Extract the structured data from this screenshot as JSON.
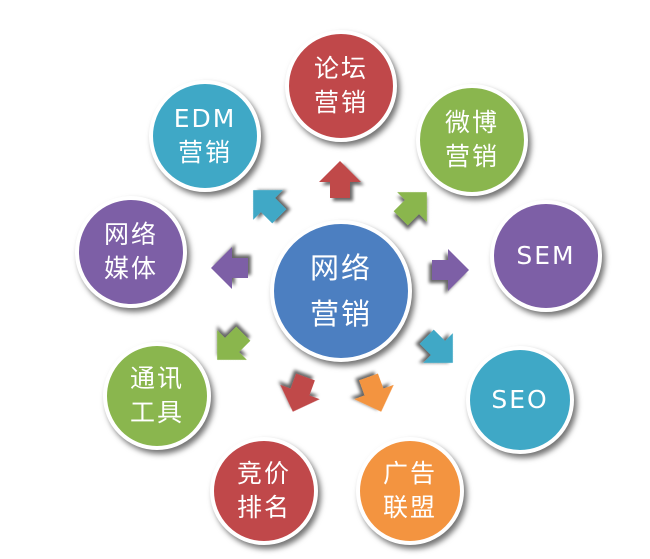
{
  "center": {
    "line1": "网络",
    "line2": "营销",
    "color": "#4c7fc1"
  },
  "nodes": [
    {
      "line1": "论坛",
      "line2": "营销",
      "color": "#c0484a"
    },
    {
      "line1": "EDM",
      "line2": "营销",
      "color": "#3fa8c6"
    },
    {
      "line1": "微博",
      "line2": "营销",
      "color": "#8ab64e"
    },
    {
      "line1": "网络",
      "line2": "媒体",
      "color": "#7d5fa6"
    },
    {
      "line1": "SEM",
      "line2": "",
      "color": "#7d5fa6"
    },
    {
      "line1": "通讯",
      "line2": "工具",
      "color": "#8ab64e"
    },
    {
      "line1": "SEO",
      "line2": "",
      "color": "#3fa8c6"
    },
    {
      "line1": "竞价",
      "line2": "排名",
      "color": "#c0484a"
    },
    {
      "line1": "广告",
      "line2": "联盟",
      "color": "#f39440"
    }
  ]
}
